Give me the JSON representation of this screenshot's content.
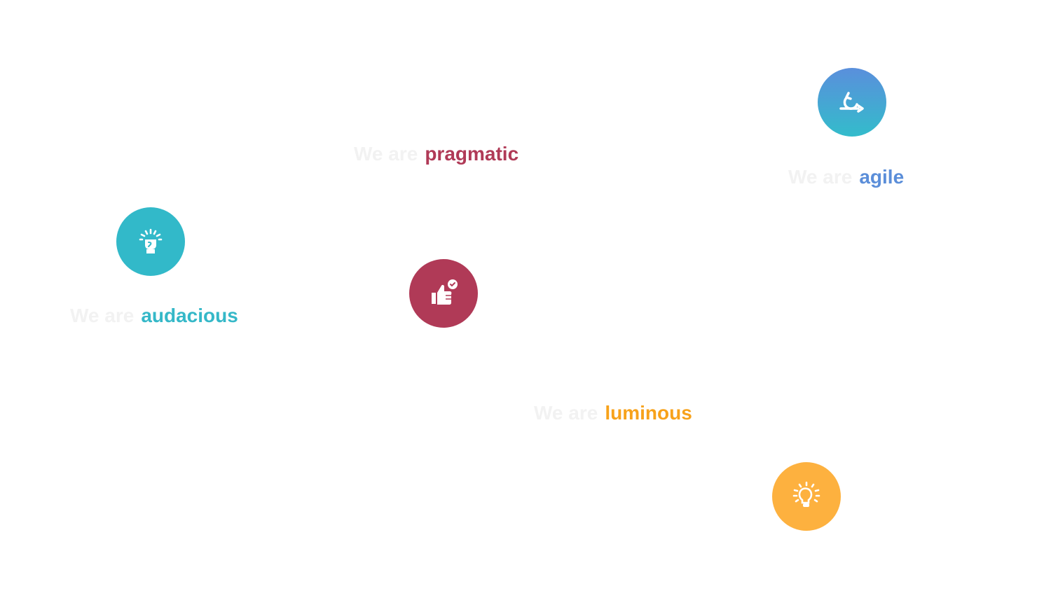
{
  "values": [
    {
      "id": "audacious",
      "prefix": "We are",
      "word": "audacious",
      "icon": "raised-fist-icon",
      "color": "#35b8c8"
    },
    {
      "id": "pragmatic",
      "prefix": "We are",
      "word": "pragmatic",
      "icon": "thumbs-up-check-icon",
      "color": "#b03a57"
    },
    {
      "id": "agile",
      "prefix": "We are",
      "word": "agile",
      "icon": "agile-loop-arrow-icon",
      "color": "#5b8ed9"
    },
    {
      "id": "luminous",
      "prefix": "We are",
      "word": "luminous",
      "icon": "lightbulb-icon",
      "color": "#f7a21b"
    }
  ]
}
